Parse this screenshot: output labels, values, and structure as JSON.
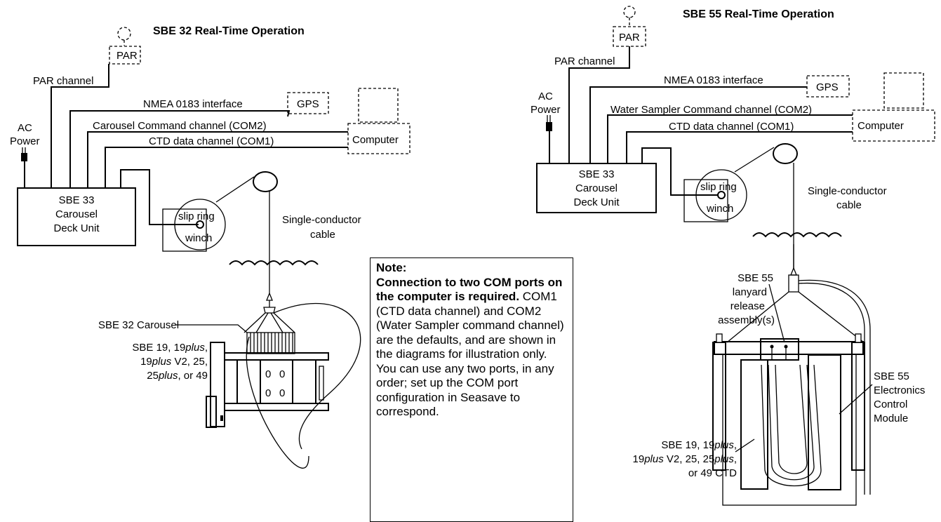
{
  "left": {
    "title": "SBE 32 Real-Time Operation",
    "par": "PAR",
    "par_channel": "PAR channel",
    "nmea": "NMEA 0183 interface",
    "gps": "GPS",
    "ac": "AC",
    "power": "Power",
    "carousel_cmd": "Carousel Command channel (COM2)",
    "ctd_data": "CTD data channel (COM1)",
    "computer": "Computer",
    "deck_1": "SBE 33",
    "deck_2": "Carousel",
    "deck_3": "Deck Unit",
    "slip_ring": "slip ring",
    "winch": "winch",
    "cable_1": "Single-conductor",
    "cable_2": "cable",
    "carousel_label": "SBE 32 Carousel",
    "ctd_1a": "SBE 19, 19",
    "ctd_1b": "plus",
    "ctd_1c": ",",
    "ctd_2a": "19",
    "ctd_2b": "plus",
    "ctd_2c": " V2, 25,",
    "ctd_3a": "25",
    "ctd_3b": "plus",
    "ctd_3c": ", or 49",
    "valve": "0"
  },
  "right": {
    "title": "SBE 55 Real-Time Operation",
    "par": "PAR",
    "par_channel": "PAR channel",
    "nmea": "NMEA 0183 interface",
    "gps": "GPS",
    "ac": "AC",
    "power": "Power",
    "ws_cmd": "Water Sampler Command channel (COM2)",
    "ctd_data": "CTD data channel (COM1)",
    "computer": "Computer",
    "deck_1": "SBE 33",
    "deck_2": "Carousel",
    "deck_3": "Deck Unit",
    "slip_ring": "slip ring",
    "winch": "winch",
    "cable_1": "Single-conductor",
    "cable_2": "cable",
    "lanyard_1": "SBE 55",
    "lanyard_2": "lanyard",
    "lanyard_3": "release",
    "lanyard_4": "assembly(s)",
    "ecm_1": "SBE 55",
    "ecm_2": "Electronics",
    "ecm_3": "Control",
    "ecm_4": "Module",
    "ctd_1a": "SBE 19, 19",
    "ctd_1b": "plus",
    "ctd_1c": ",",
    "ctd_2a": "19",
    "ctd_2b": "plus",
    "ctd_2c": " V2, 25, 25",
    "ctd_2d": "plus",
    "ctd_2e": ",",
    "ctd_3": "or 49 CTD"
  },
  "note": {
    "heading": "Note:",
    "bold": "Connection to two COM ports on the computer is required.",
    "body": " COM1 (CTD data channel) and COM2 (Water Sampler command channel) are the defaults, and are shown in the diagrams for illustration only. You can use any two ports, in any order; set up the COM port configuration in Seasave to correspond."
  }
}
